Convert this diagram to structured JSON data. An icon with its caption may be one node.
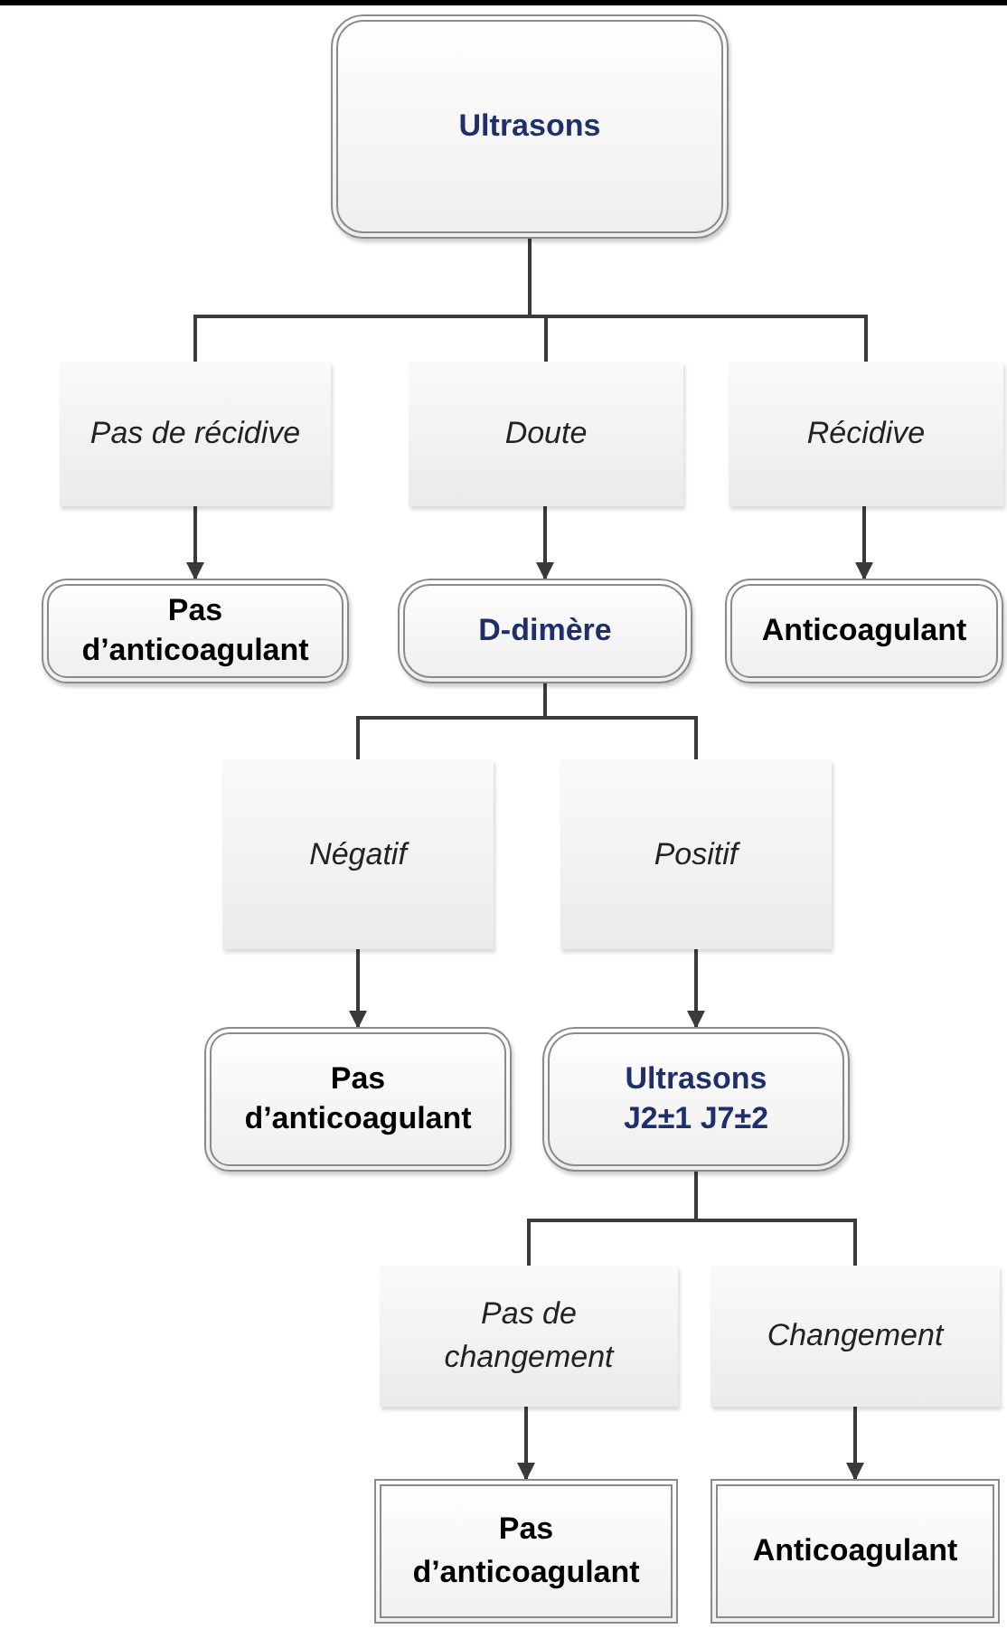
{
  "diagram": {
    "nodes": [
      {
        "text": [
          "Ultrasons"
        ]
      },
      {
        "text": [
          "Pas de récidive"
        ]
      },
      {
        "text": [
          "Doute"
        ]
      },
      {
        "text": [
          "Récidive"
        ]
      },
      {
        "text": [
          "Pas d’anticoagulant"
        ]
      },
      {
        "text": [
          "D-dimère"
        ]
      },
      {
        "text": [
          "Anticoagulant"
        ]
      },
      {
        "text": [
          "Négatif"
        ]
      },
      {
        "text": [
          "Positif"
        ]
      },
      {
        "text": [
          "Pas d’anticoagulant"
        ]
      },
      {
        "text": [
          "Ultrasons J2±1 J7±2"
        ]
      },
      {
        "text": [
          "Pas de changement"
        ]
      },
      {
        "text": [
          "Changement"
        ]
      },
      {
        "text": [
          "Pas d’anticoagulant"
        ]
      },
      {
        "text": [
          "Anticoagulant"
        ]
      }
    ],
    "edges": [
      {
        "from": 0,
        "to": 1,
        "arrow": "none"
      },
      {
        "from": 0,
        "to": 2,
        "arrow": "none"
      },
      {
        "from": 0,
        "to": 3,
        "arrow": "none"
      },
      {
        "from": 1,
        "to": 4,
        "arrow": "to"
      },
      {
        "from": 2,
        "to": 5,
        "arrow": "to"
      },
      {
        "from": 3,
        "to": 6,
        "arrow": "to"
      },
      {
        "from": 5,
        "to": 7,
        "arrow": "none"
      },
      {
        "from": 5,
        "to": 8,
        "arrow": "none"
      },
      {
        "from": 7,
        "to": 9,
        "arrow": "to"
      },
      {
        "from": 8,
        "to": 10,
        "arrow": "to"
      },
      {
        "from": 10,
        "to": 11,
        "arrow": "none"
      },
      {
        "from": 10,
        "to": 12,
        "arrow": "none"
      },
      {
        "from": 11,
        "to": 13,
        "arrow": "to"
      },
      {
        "from": 12,
        "to": 14,
        "arrow": "to"
      }
    ]
  }
}
